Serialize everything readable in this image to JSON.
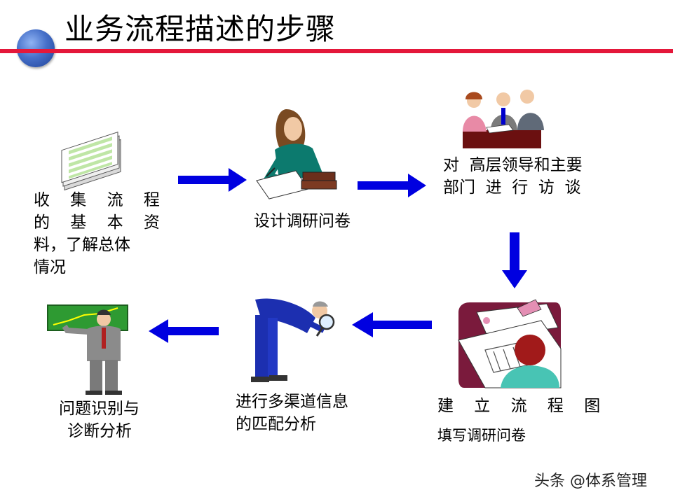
{
  "header": {
    "title": "业务流程描述的步骤"
  },
  "steps": [
    {
      "lines": [
        "收 集 流 程",
        "的 基 本 资",
        "料，了解总体",
        "情况"
      ]
    },
    {
      "lines": [
        "设计调研问卷"
      ]
    },
    {
      "lines": [
        "对  高层领导和主要",
        "部门  进  行  访  谈"
      ]
    },
    {
      "lines": [
        "建 立 流 程 图",
        "填写调研问卷"
      ]
    },
    {
      "lines": [
        "进行多渠道信息",
        "的匹配分析"
      ]
    },
    {
      "lines": [
        "问题识别与",
        "诊断分析"
      ]
    }
  ],
  "watermark": "头条 @体系管理",
  "colors": {
    "accent_red": "#e4173a",
    "arrow_blue": "#0000e0",
    "globe_blue": "#4670c9"
  },
  "icons": {
    "logo": "globe-icon",
    "step1": "documents-stack-icon",
    "step2": "woman-writing-icon",
    "step3": "business-meeting-icon",
    "step4": "drafting-plan-icon",
    "step5": "man-magnifier-icon",
    "step6": "presenter-chart-icon"
  }
}
